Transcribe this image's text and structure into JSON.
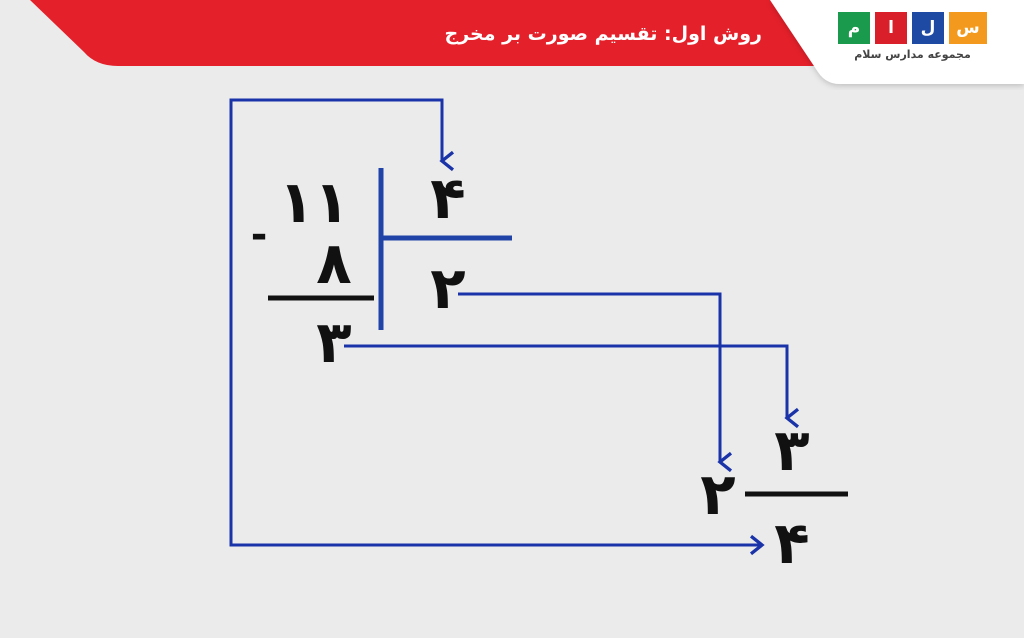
{
  "header": {
    "title": "روش اول: تقسیم صورت بر مخرج"
  },
  "logo": {
    "tiles": [
      "م",
      "ا",
      "ل",
      "س"
    ],
    "text": "مجموعه مدارس سلام"
  },
  "division": {
    "dividend": "۱۱",
    "minus_sign": "-",
    "subtrahend": "۸",
    "remainder": "۳",
    "divisor": "۴",
    "quotient": "۲"
  },
  "mixed_number": {
    "whole": "۲",
    "numerator": "۳",
    "denominator": "۴"
  },
  "colors": {
    "banner_red": "#e4202a",
    "arrow_blue": "#1a33a8",
    "bracket_blue": "#1f43a6",
    "digit": "#111111"
  }
}
